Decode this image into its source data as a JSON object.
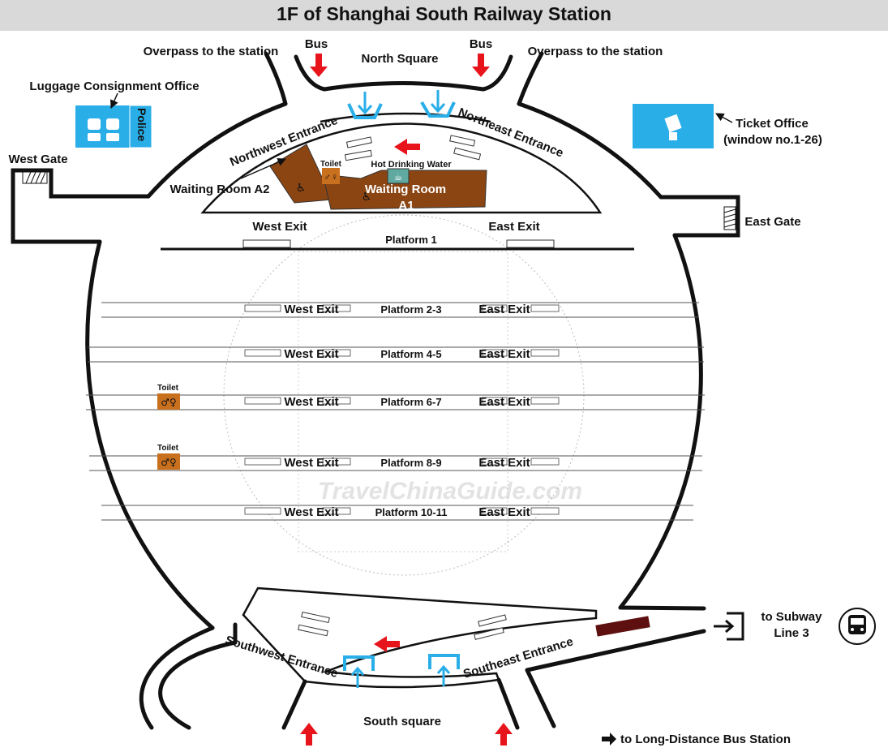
{
  "title": "1F of Shanghai South Railway Station",
  "watermark": "TravelChinaGuide.com",
  "colors": {
    "blue": "#29aee8",
    "brown": "#8b4513",
    "toilet": "#c9701f",
    "red_arrow": "#e8141c",
    "subway_bar": "#5e1010",
    "water": "#5fa9a0"
  },
  "labels": {
    "overpass_left": "Overpass to the station",
    "overpass_right": "Overpass to the station",
    "bus_left": "Bus",
    "bus_right": "Bus",
    "north_square": "North Square",
    "luggage": "Luggage Consignment Office",
    "police": "Police",
    "ticket_office_1": "Ticket Office",
    "ticket_office_2": "(window no.1-26)",
    "west_gate": "West Gate",
    "east_gate": "East Gate",
    "northwest_entrance": "Northwest Entrance",
    "northeast_entrance": "Northeast Entrance",
    "waiting_a2": "Waiting Room A2",
    "toilet_top": "Toilet",
    "hot_water": "Hot Drinking Water",
    "waiting_a1_1": "Waiting Room",
    "waiting_a1_2": "A1",
    "west_exit_top": "West  Exit",
    "east_exit_top": "East Exit",
    "southwest_entrance": "Southwest Entrance",
    "southeast_entrance": "Southeast Entrance",
    "south_square": "South square",
    "subway_1": "to Subway",
    "subway_2": "Line 3",
    "long_distance": "to Long-Distance Bus Station",
    "toilet_1": "Toilet",
    "toilet_2": "Toilet"
  },
  "platform1": "Platform 1",
  "platforms": [
    {
      "name": "Platform 2-3",
      "west": "West  Exit",
      "east": "East Exit"
    },
    {
      "name": "Platform 4-5",
      "west": "West  Exit",
      "east": "East Exit"
    },
    {
      "name": "Platform 6-7",
      "west": "West  Exit",
      "east": "East Exit"
    },
    {
      "name": "Platform 8-9",
      "west": "West  Exit",
      "east": "East Exit"
    },
    {
      "name": "Platform 10-11",
      "west": "West  Exit",
      "east": "East Exit"
    }
  ]
}
